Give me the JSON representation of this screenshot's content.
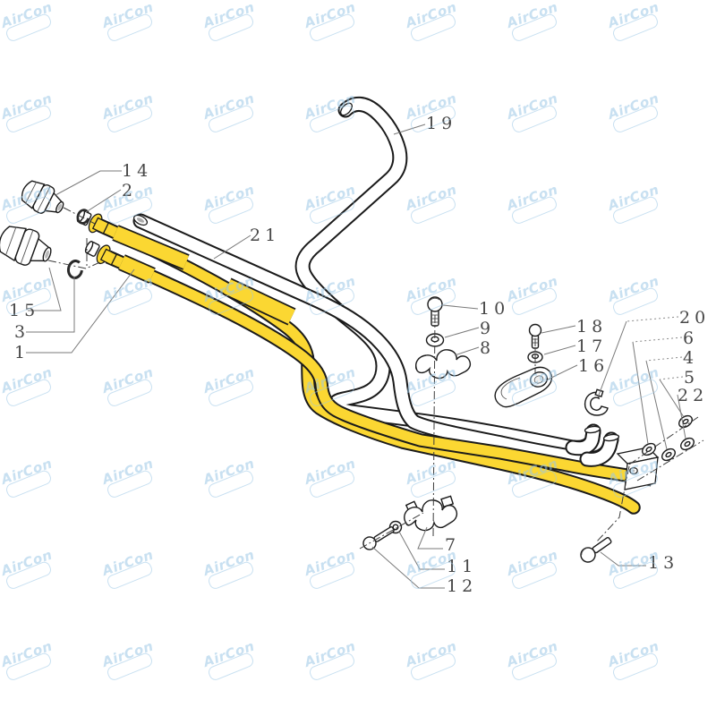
{
  "watermark": {
    "text": "AirCon",
    "color": "#9cc8e6"
  },
  "colors": {
    "highlight_yellow": "#FBD732",
    "outline_black": "#1a1a1a",
    "watermark_blue": "#9cc8e6",
    "background": "#ffffff"
  },
  "callouts": [
    {
      "label": "14"
    },
    {
      "label": "2"
    },
    {
      "label": "21"
    },
    {
      "label": "19"
    },
    {
      "label": "10"
    },
    {
      "label": "9"
    },
    {
      "label": "8"
    },
    {
      "label": "18"
    },
    {
      "label": "17"
    },
    {
      "label": "16"
    },
    {
      "label": "20"
    },
    {
      "label": "6"
    },
    {
      "label": "4"
    },
    {
      "label": "5"
    },
    {
      "label": "22"
    },
    {
      "label": "15"
    },
    {
      "label": "3"
    },
    {
      "label": "1"
    },
    {
      "label": "7"
    },
    {
      "label": "11"
    },
    {
      "label": "12"
    },
    {
      "label": "13"
    }
  ]
}
